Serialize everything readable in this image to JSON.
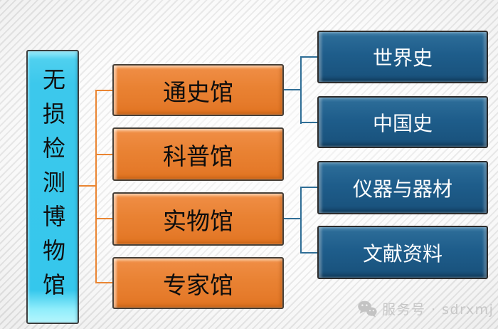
{
  "diagram": {
    "root": {
      "label": "无损检测博物馆"
    },
    "halls": [
      {
        "label": "通史馆"
      },
      {
        "label": "科普馆"
      },
      {
        "label": "实物馆"
      },
      {
        "label": "专家馆"
      }
    ],
    "sub_rooms": [
      {
        "label": "世界史",
        "parent": "通史馆"
      },
      {
        "label": "中国史",
        "parent": "通史馆"
      },
      {
        "label": "仪器与器材",
        "parent": "实物馆"
      },
      {
        "label": "文献资料",
        "parent": "实物馆"
      }
    ]
  },
  "watermark": {
    "icon": "wechat-icon",
    "text": "服务号 · sdrxmj"
  },
  "colors": {
    "root_fill": "#3cc8ec",
    "hall_fill": "#e98233",
    "sub_fill": "#1e5d8b",
    "hall_connector": "#ea8532",
    "sub_connector": "#2f6e96",
    "node_text_dark": "#0d0d0d",
    "node_text_light": "#ffffff",
    "watermark_text": "#c7c7c7",
    "background_stripe": "#e2e2e2"
  }
}
